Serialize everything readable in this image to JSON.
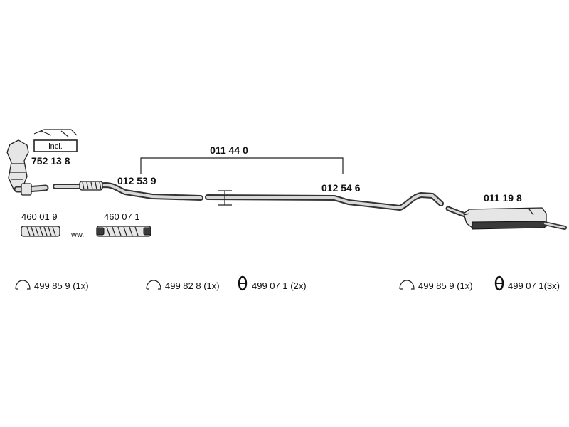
{
  "parts": {
    "catalytic_kit": "752 13 8",
    "incl_label": "incl.",
    "front_pipe": "012 53 9",
    "middle_assembly": "011 44 0",
    "middle_pipe": "012 54 6",
    "rear_silencer": "011 19 8",
    "flex_pipe_1": "460 01 9",
    "flex_pipe_2": "460 07 1",
    "ww_label": "ww."
  },
  "fittings": [
    {
      "icon": "clamp-icon",
      "label": "499 85 9 (1x)"
    },
    {
      "icon": "clamp-icon",
      "label": "499 82 8 (1x)"
    },
    {
      "icon": "rubber-mount-icon",
      "label": "499 07 1 (2x)"
    },
    {
      "icon": "clamp-icon",
      "label": "499 85 9 (1x)"
    },
    {
      "icon": "rubber-mount-icon",
      "label": "499 07 1(3x)"
    }
  ],
  "colors": {
    "line": "#222222",
    "pipe": "#333333",
    "part_fill": "#e6e6e6",
    "background": "#ffffff"
  }
}
